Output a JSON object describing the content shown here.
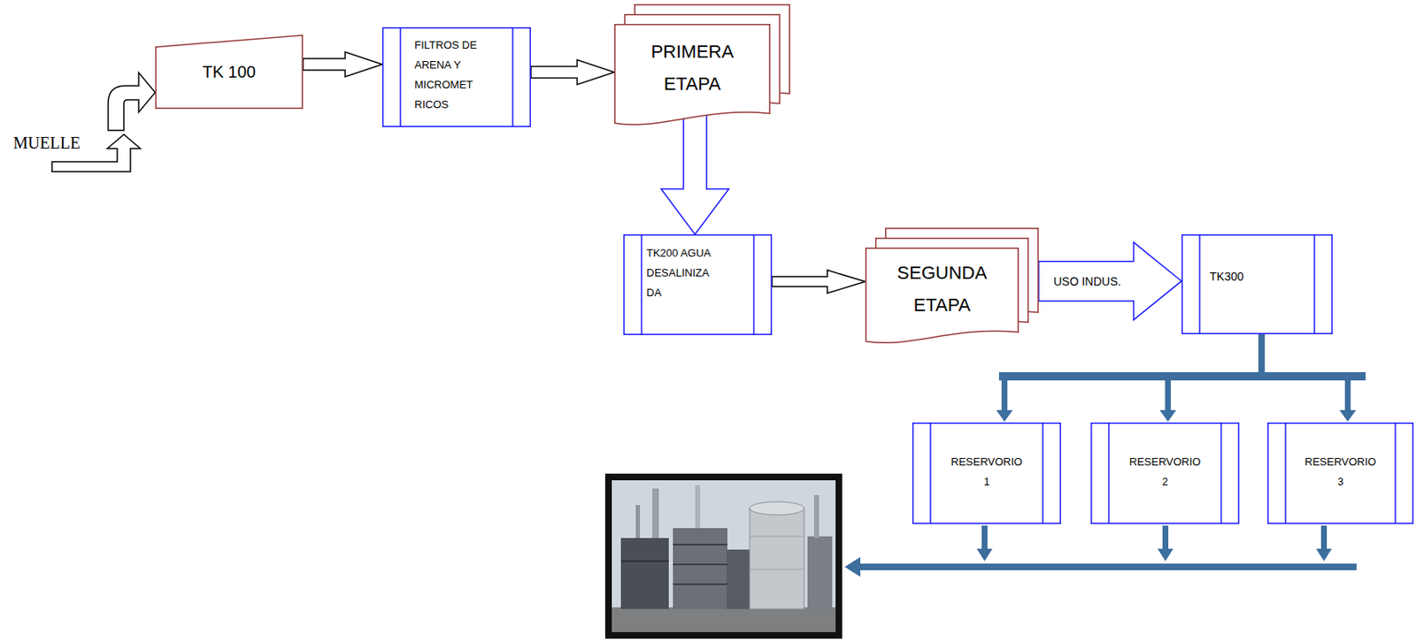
{
  "diagram": {
    "nodes": [
      {
        "text": [
          "TK 100"
        ]
      },
      {
        "text": [
          "FILTROS DE ARENA Y MICROMET RICOS"
        ]
      },
      {
        "text": [
          "PRIMERA ETAPA"
        ]
      },
      {
        "text": [
          "TK200 AGUA DESALINIZA DA"
        ]
      },
      {
        "text": [
          "SEGUNDA ETAPA"
        ]
      },
      {
        "text": [
          "TK300"
        ]
      },
      {
        "text": [
          "RESERVORIO 1"
        ]
      },
      {
        "text": [
          "RESERVORIO 2"
        ]
      },
      {
        "text": [
          "RESERVORIO 3"
        ]
      }
    ],
    "edges": [
      {
        "from": 0,
        "to": 1,
        "arrow": "to"
      },
      {
        "from": 1,
        "to": 2,
        "arrow": "to"
      },
      {
        "from": 2,
        "to": 3,
        "arrow": "to"
      },
      {
        "from": 3,
        "to": 4,
        "arrow": "to"
      },
      {
        "from": 4,
        "to": 5,
        "label": "USO INDUS.",
        "arrow": "to"
      },
      {
        "from": 5,
        "to": 6,
        "arrow": "to"
      },
      {
        "from": 5,
        "to": 7,
        "arrow": "to"
      },
      {
        "from": 5,
        "to": 8,
        "arrow": "to"
      }
    ],
    "labels": [
      "MUELLE"
    ]
  }
}
